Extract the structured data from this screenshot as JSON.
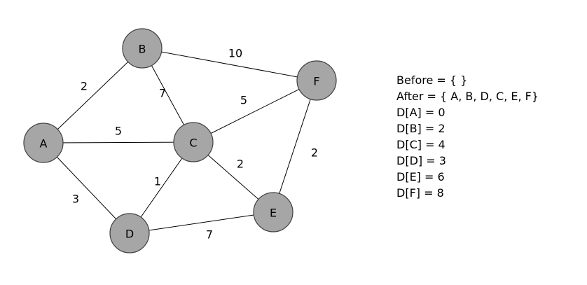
{
  "graph": {
    "nodes": [
      {
        "id": "A",
        "label": "A"
      },
      {
        "id": "B",
        "label": "B"
      },
      {
        "id": "C",
        "label": "C"
      },
      {
        "id": "D",
        "label": "D"
      },
      {
        "id": "E",
        "label": "E"
      },
      {
        "id": "F",
        "label": "F"
      }
    ],
    "edges": [
      {
        "from": "A",
        "to": "B",
        "weight": "2"
      },
      {
        "from": "A",
        "to": "C",
        "weight": "5"
      },
      {
        "from": "A",
        "to": "D",
        "weight": "3"
      },
      {
        "from": "B",
        "to": "C",
        "weight": "7"
      },
      {
        "from": "B",
        "to": "F",
        "weight": "10"
      },
      {
        "from": "C",
        "to": "F",
        "weight": "5"
      },
      {
        "from": "C",
        "to": "D",
        "weight": "1"
      },
      {
        "from": "C",
        "to": "E",
        "weight": "2"
      },
      {
        "from": "D",
        "to": "E",
        "weight": "7"
      },
      {
        "from": "E",
        "to": "F",
        "weight": "2"
      }
    ]
  },
  "state": {
    "before": "Before = { }",
    "after": "After = { A, B, D, C, E, F}",
    "distances": [
      "D[A] = 0",
      "D[B] = 2",
      "D[C] = 4",
      "D[D] = 3",
      "D[E] = 6",
      "D[F] = 8"
    ]
  }
}
